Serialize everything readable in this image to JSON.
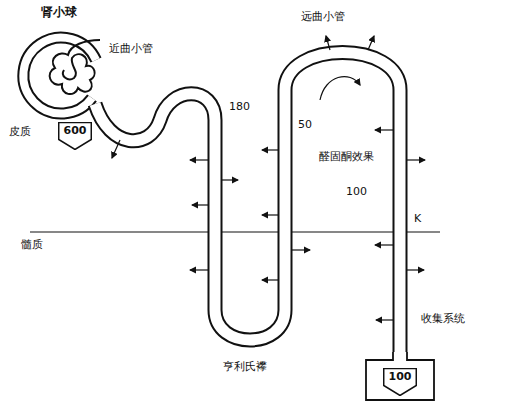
{
  "diagram": {
    "nodes": [
      {
        "text": [
          "600"
        ]
      },
      {
        "text": [
          "100"
        ]
      }
    ],
    "labels": [
      "肾小球",
      "近曲小管",
      "远曲小管",
      "皮质",
      "180",
      "50",
      "醛固酮效果",
      "100",
      "K",
      "髓质",
      "亨利氏襻",
      "收集系统"
    ]
  }
}
